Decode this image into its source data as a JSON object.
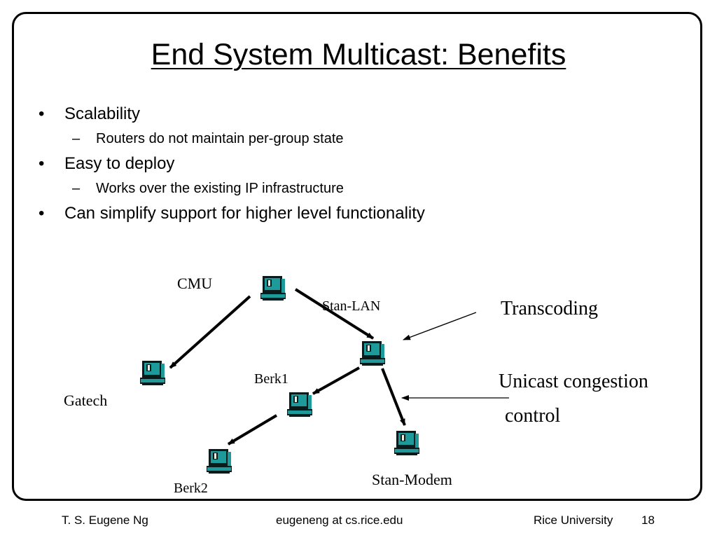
{
  "slide": {
    "title": "End System Multicast: Benefits",
    "bullets": [
      {
        "level": 1,
        "marker": "•",
        "text": "Scalability"
      },
      {
        "level": 2,
        "marker": "–",
        "text": "Routers do not maintain per-group state"
      },
      {
        "level": 1,
        "marker": "•",
        "text": "Easy to deploy"
      },
      {
        "level": 2,
        "marker": "–",
        "text": "Works over the existing IP infrastructure"
      },
      {
        "level": 1,
        "marker": "•",
        "text": "Can simplify support for higher level functionality"
      }
    ]
  },
  "diagram": {
    "nodes": {
      "cmu": "CMU",
      "stan_lan": "Stan-LAN",
      "gatech": "Gatech",
      "berk1": "Berk1",
      "berk2": "Berk2",
      "stan_modem": "Stan-Modem"
    },
    "annotations": {
      "transcoding": "Transcoding",
      "unicast_line1": "Unicast congestion",
      "unicast_line2": "control"
    },
    "icon": "computer-icon"
  },
  "footer": {
    "author": "T. S. Eugene Ng",
    "email": "eugeneng at cs.rice.edu",
    "institution": "Rice University",
    "page": "18"
  },
  "colors": {
    "icon_teal": "#1f9a9a",
    "icon_dark": "#0b1a1a",
    "line": "#000000"
  }
}
